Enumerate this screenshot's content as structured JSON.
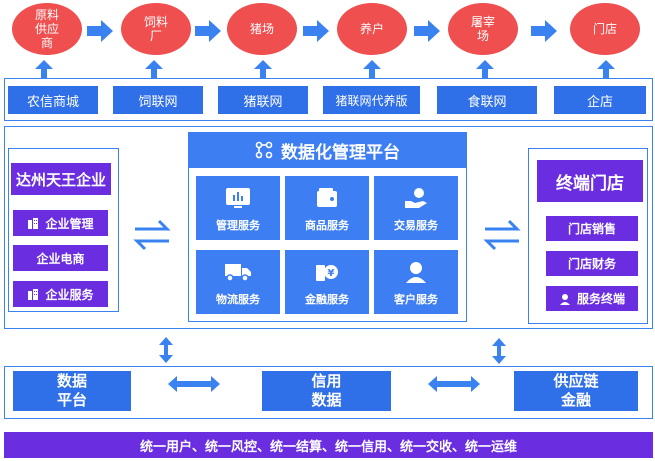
{
  "supply_chain": {
    "nodes": [
      "原料供应商",
      "饲料厂",
      "猪场",
      "养户",
      "屠宰场",
      "门店"
    ]
  },
  "platforms": [
    "农信商城",
    "饲联网",
    "猪联网",
    "猪联网代养版",
    "食联网",
    "企店"
  ],
  "left_panel": {
    "title": "达州天王企业",
    "items": [
      "企业管理",
      "企业电商",
      "企业服务"
    ]
  },
  "center_panel": {
    "title": "数据化管理平台",
    "tiles": [
      "管理服务",
      "商品服务",
      "交易服务",
      "物流服务",
      "金融服务",
      "客户服务"
    ]
  },
  "right_panel": {
    "title": "终端门店",
    "items": [
      "门店销售",
      "门店财务",
      "服务终端"
    ]
  },
  "bottom_blocks": {
    "data_platform": "数据\n平台",
    "credit_data": "信用\n数据",
    "supply_finance": "供应链\n金融"
  },
  "footer": "统一用户、统一风控、统一结算、统一信用、统一交收、统一运维",
  "colors": {
    "node_red": "#ef4f4f",
    "primary_blue": "#2f6fe8",
    "purple": "#6a2ee0"
  }
}
